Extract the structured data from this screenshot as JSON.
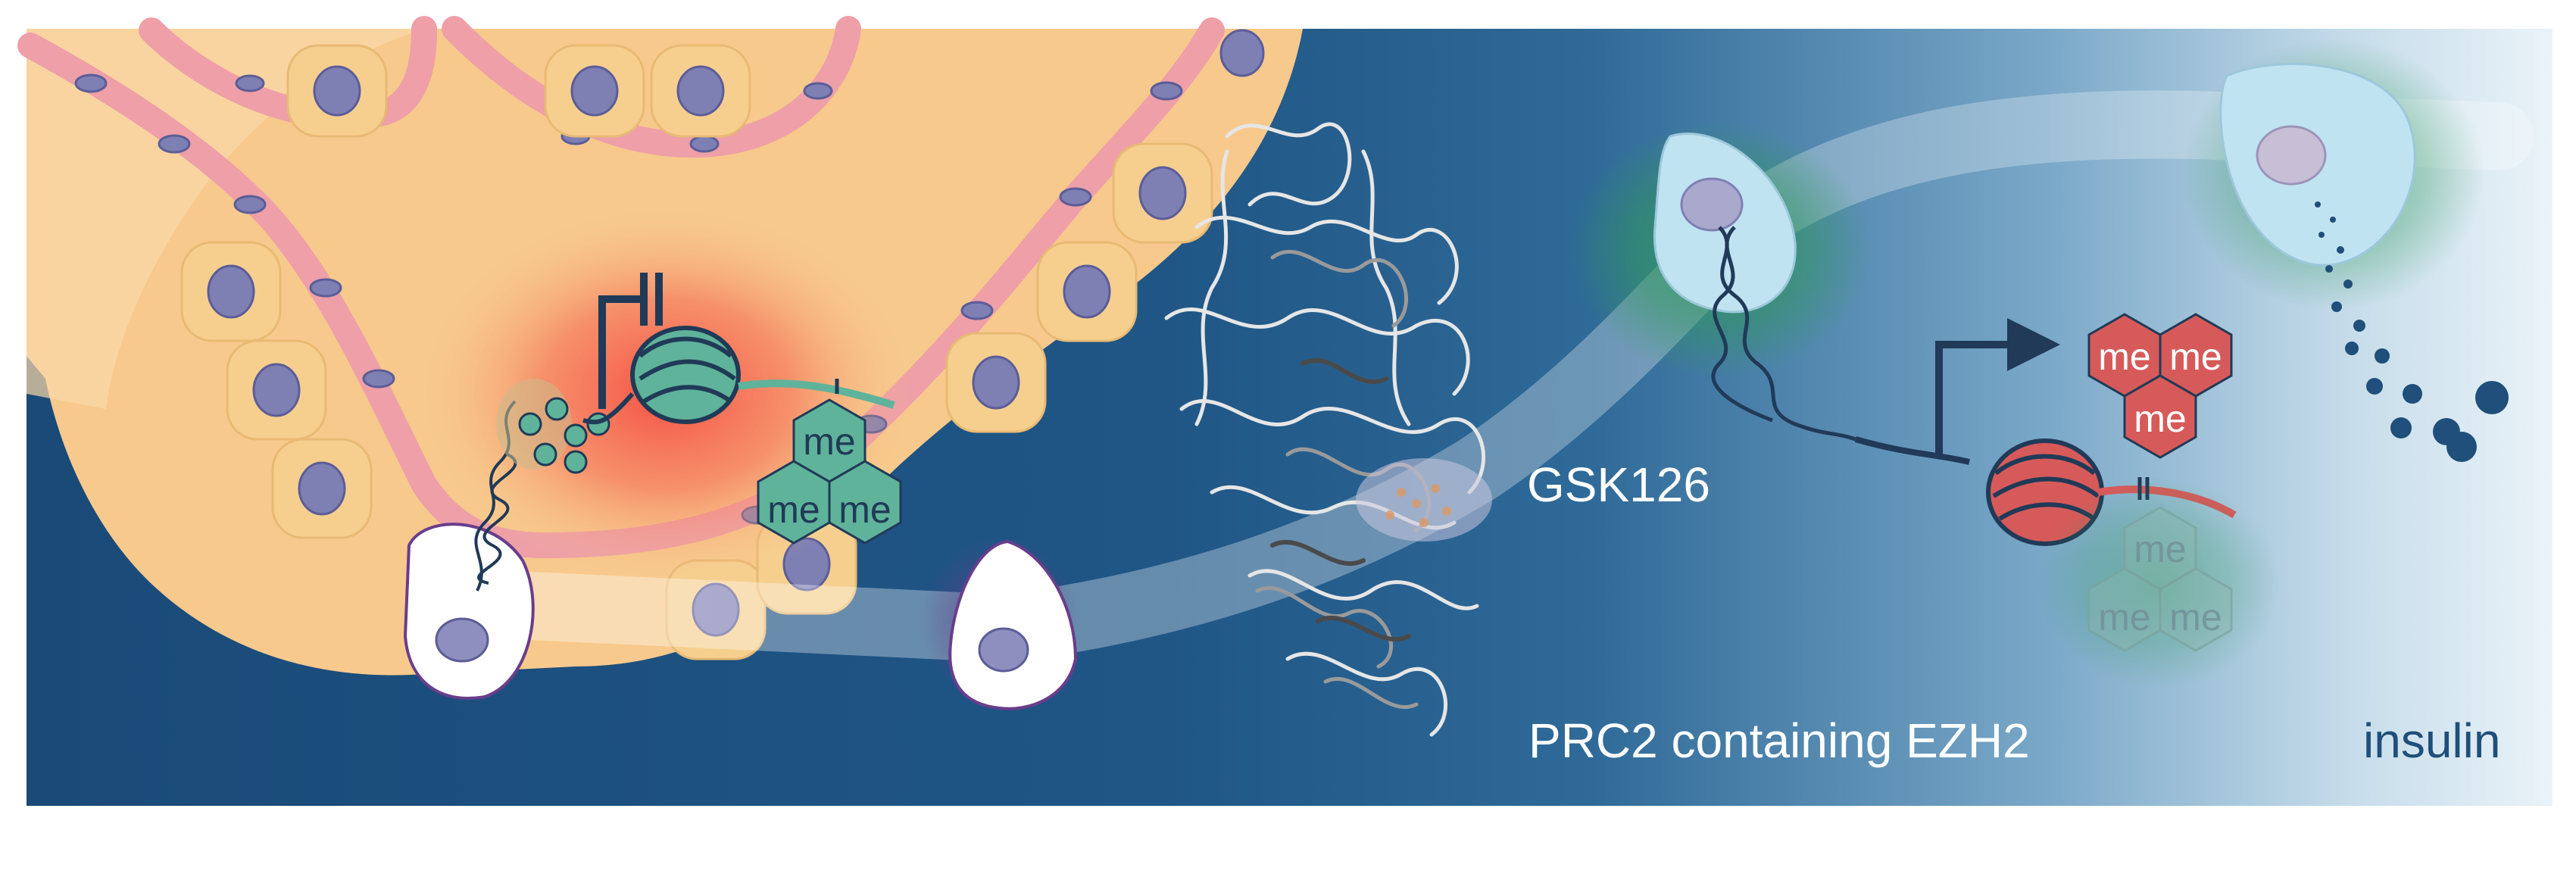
{
  "labels": {
    "inhibitor": "GSK126",
    "complex": "PRC2 containing EZH2",
    "hormone": "insulin"
  },
  "marks": {
    "histone_mark": "me"
  },
  "colors": {
    "background_dark": "#1c4f7c",
    "background_light": "#dcecf5",
    "tissue": "#f7c98c",
    "vessel": "#ee9fa8",
    "nucleus": "#7e7fb3",
    "repressive": "#5fb39a",
    "active": "#d75a5a",
    "dna": "#203a57",
    "beta_cell": "#bfe3f1"
  }
}
